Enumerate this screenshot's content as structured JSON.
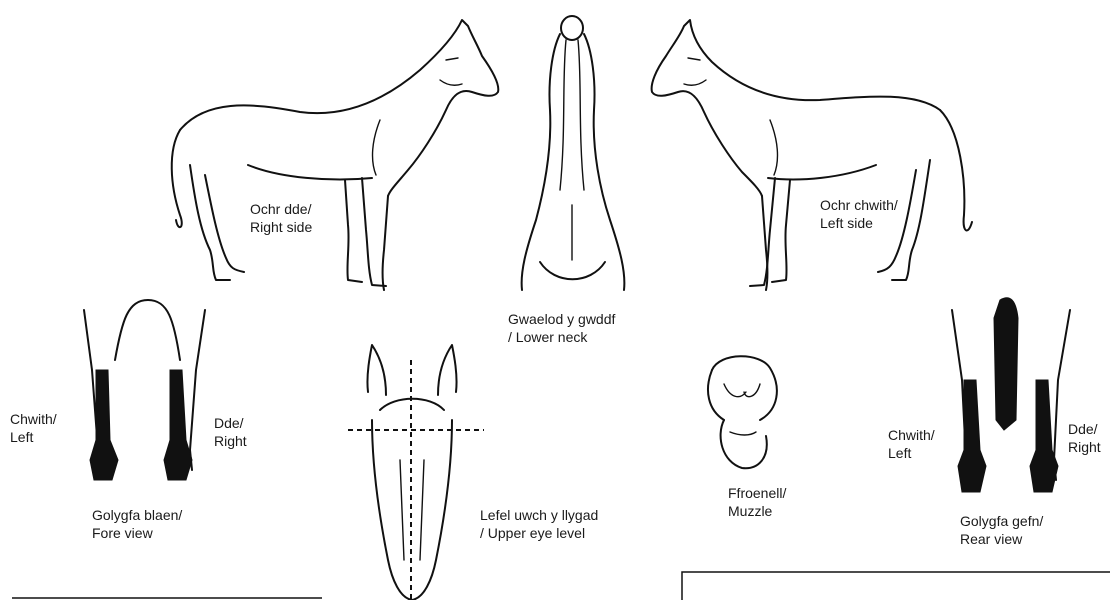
{
  "labels": {
    "right_side": [
      "Ochr dde/",
      "Right side"
    ],
    "left_side": [
      "Ochr chwith/",
      "Left side"
    ],
    "lower_neck": [
      "Gwaelod y gwddf",
      "/ Lower neck"
    ],
    "fore_left": [
      "Chwith/",
      "Left"
    ],
    "fore_right": [
      "Dde/",
      "Right"
    ],
    "fore_view": [
      "Golygfa blaen/",
      "Fore view"
    ],
    "upper_eye": [
      "Lefel uwch y llygad",
      "/ Upper eye level"
    ],
    "muzzle": [
      "Ffroenell/",
      "Muzzle"
    ],
    "rear_left": [
      "Chwith/",
      "Left"
    ],
    "rear_right": [
      "Dde/",
      "Right"
    ],
    "rear_view": [
      "Golygfa gefn/",
      "Rear view"
    ]
  }
}
